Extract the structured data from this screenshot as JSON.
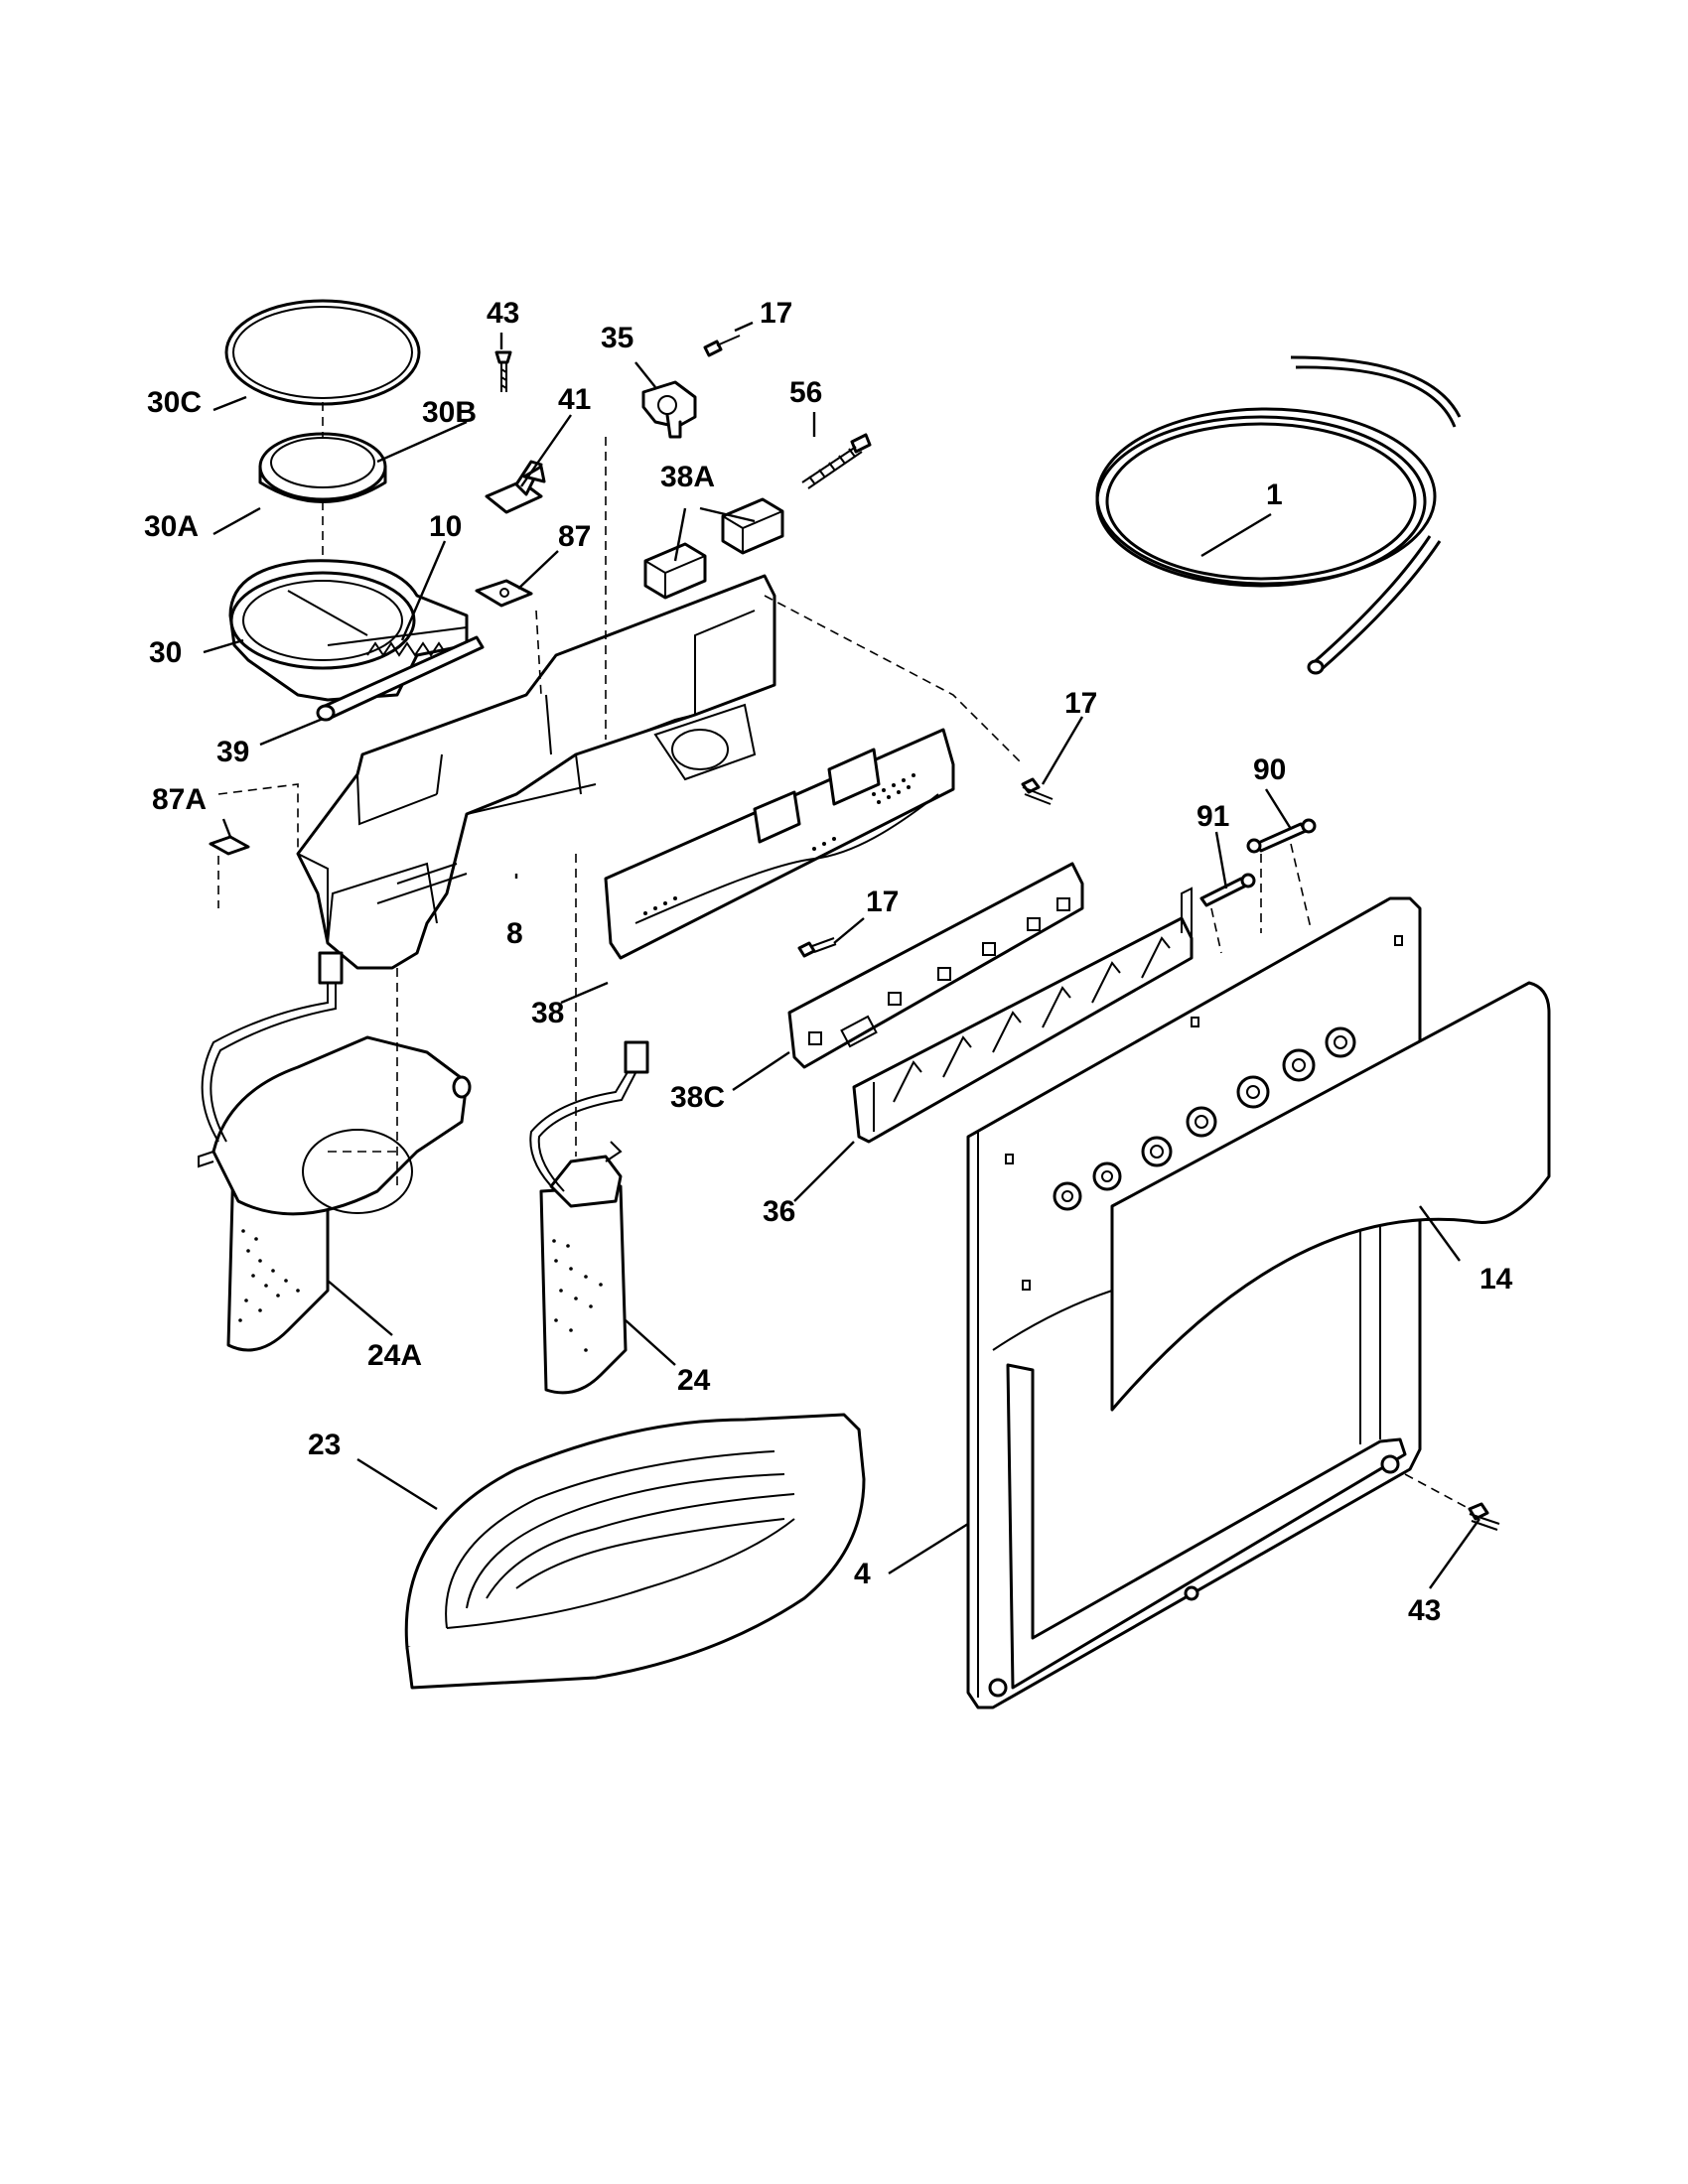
{
  "diagram": {
    "labels": {
      "p1": "1",
      "p4": "4",
      "p8": "8",
      "p10": "10",
      "p14": "14",
      "p17a": "17",
      "p17b": "17",
      "p17c": "17",
      "p23": "23",
      "p24": "24",
      "p24A": "24A",
      "p30": "30",
      "p30A": "30A",
      "p30B": "30B",
      "p30C": "30C",
      "p35": "35",
      "p36": "36",
      "p38": "38",
      "p38A": "38A",
      "p38C": "38C",
      "p39": "39",
      "p41": "41",
      "p43a": "43",
      "p43b": "43",
      "p56": "56",
      "p87": "87",
      "p87A": "87A",
      "p90": "90",
      "p91": "91"
    }
  }
}
